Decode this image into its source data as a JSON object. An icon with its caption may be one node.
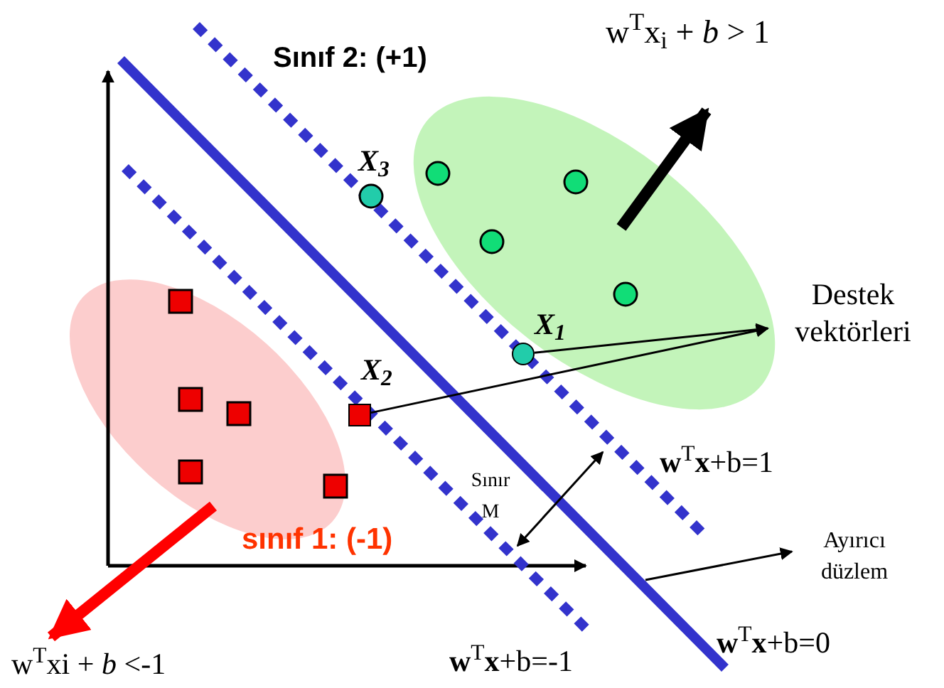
{
  "diagram": {
    "nodes": [
      {
        "text": [
          "Destek vektörleri"
        ]
      },
      {
        "text": [],
        "shape": "circle",
        "beside": [
          "X$_{1}$"
        ]
      },
      {
        "text": [],
        "shape": "box",
        "beside": [
          "X$_{2}$"
        ]
      },
      {
        "text": [
          "Ayırıcı düzlem"
        ]
      }
    ],
    "edges": [
      {
        "from": 1,
        "to": 0,
        "arrow": "to"
      },
      {
        "from": 2,
        "to": 0,
        "arrow": "to"
      },
      {
        "from": null,
        "to": 3,
        "arrow": "to"
      }
    ],
    "labels": [
      "Sınıf 2: (+1)",
      "w$^{T}$x$_{i}$ + *b* > 1",
      "X$_{3}$",
      "**w**$^{T}$**x**+b=1",
      "Sınır M",
      "sınıf 1: (-1)",
      "w$^{T}$xi + *b* <-1",
      "**w**$^{T}$**x**+b=-1",
      "**w**$^{T}$**x**+b=0"
    ]
  }
}
